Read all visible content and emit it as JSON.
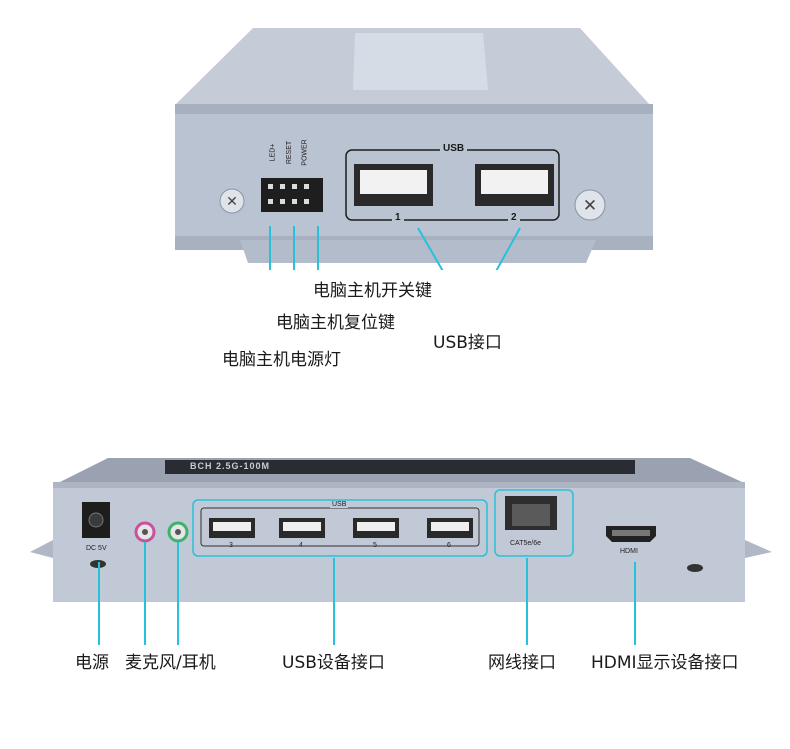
{
  "top_device": {
    "header_labels": [
      "LED+",
      "RESET",
      "POWER"
    ],
    "usb_group_label": "USB",
    "usb_port_numbers": [
      "1",
      "2"
    ],
    "callouts": {
      "power_switch": "电脑主机开关键",
      "reset": "电脑主机复位键",
      "power_led": "电脑主机电源灯",
      "usb": "USB接口"
    }
  },
  "bottom_device": {
    "top_strip_text": "BCH 2.5G-100M",
    "port_labels": {
      "dc": "DC 5V",
      "usb_group": "USB",
      "usb_numbers": [
        "3",
        "4",
        "5",
        "6"
      ],
      "lan": "CAT5e/6e",
      "hdmi": "HDMI"
    },
    "callouts": {
      "power": "电源",
      "audio": "麦克风/耳机",
      "usb_devices": "USB设备接口",
      "network": "网线接口",
      "hdmi_display": "HDMI显示设备接口"
    }
  },
  "colors": {
    "leader_line": "#27c1d9",
    "chassis": "#b9c1cf",
    "chassis_dark": "#8f98a8",
    "mic_jack": "#c8529b",
    "audio_jack": "#3cb36a"
  }
}
